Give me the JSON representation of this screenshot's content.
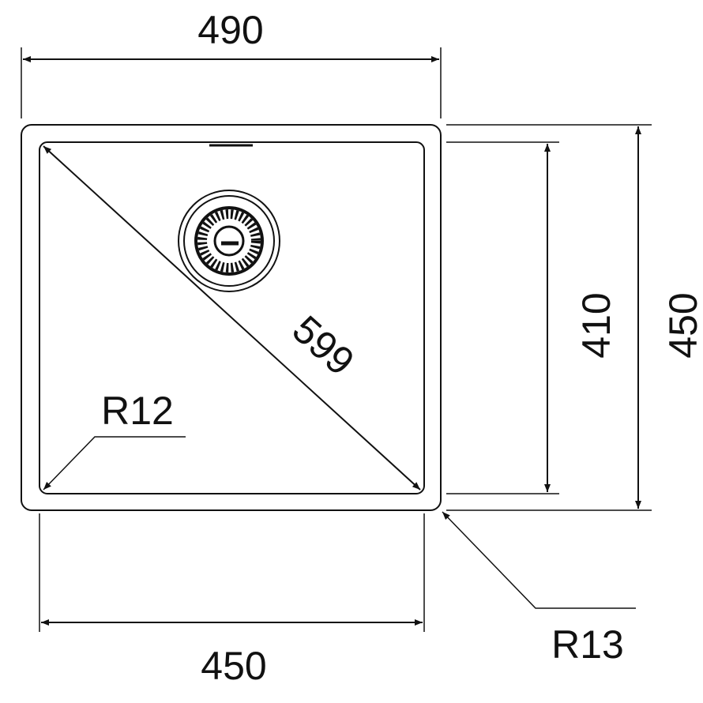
{
  "title": "Sink dimension drawing",
  "dimensions": {
    "outer_width": "490",
    "inner_width": "450",
    "inner_depth": "410",
    "outer_depth": "450",
    "diagonal": "599",
    "inner_radius": "R12",
    "outer_radius": "R13"
  },
  "colors": {
    "line": "#111111",
    "background": "#ffffff"
  }
}
